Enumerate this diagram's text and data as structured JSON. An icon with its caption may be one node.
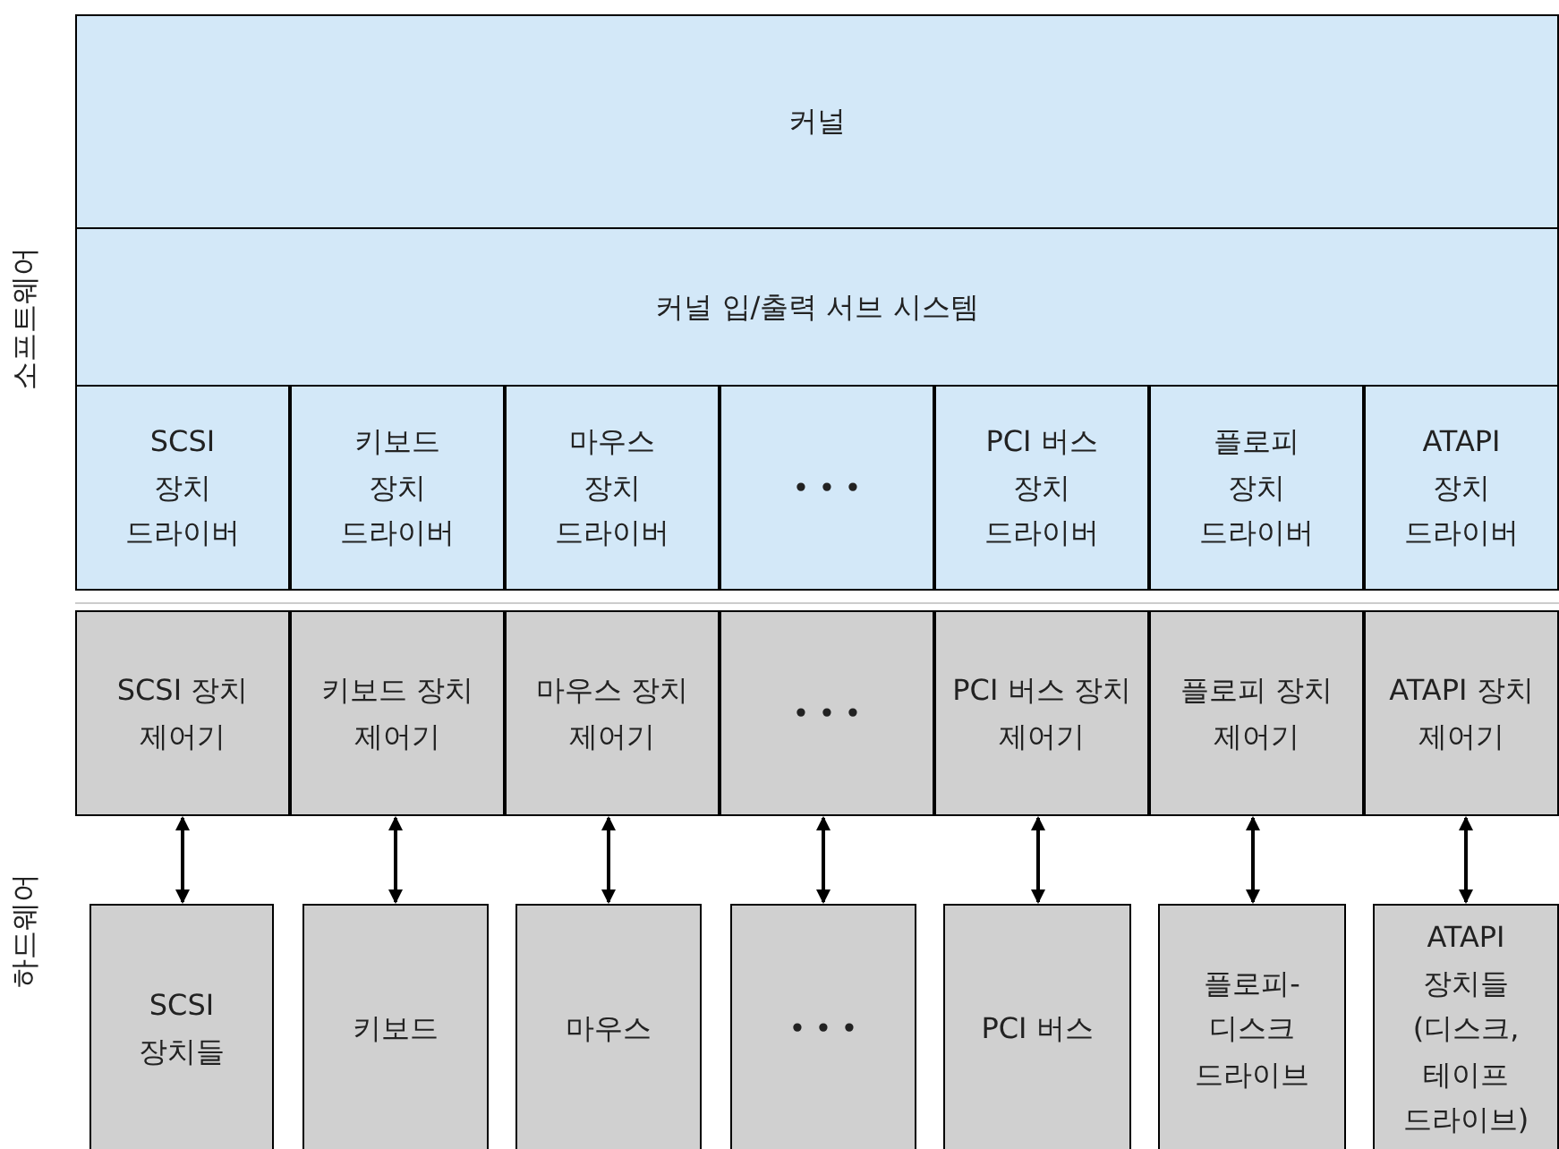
{
  "diagram": {
    "nodes": [
      {
        "text": [
          "커널"
        ]
      },
      {
        "text": [
          "커널 입/출력 서브 시스템"
        ]
      },
      {
        "text": [
          "SCSI 장치 드라이버"
        ]
      },
      {
        "text": [
          "키보드 장치 드라이버"
        ]
      },
      {
        "text": [
          "마우스 장치 드라이버"
        ]
      },
      {
        "text": [
          "• • •"
        ]
      },
      {
        "text": [
          "PCI 버스 장치 드라이버"
        ]
      },
      {
        "text": [
          "플로피 장치 드라이버"
        ]
      },
      {
        "text": [
          "ATAPI 장치 드라이버"
        ]
      },
      {
        "text": [
          "SCSI 장치 제어기"
        ]
      },
      {
        "text": [
          "키보드 장치 제어기"
        ]
      },
      {
        "text": [
          "마우스 장치 제어기"
        ]
      },
      {
        "text": [
          "• • •"
        ]
      },
      {
        "text": [
          "PCI 버스 장치 제어기"
        ]
      },
      {
        "text": [
          "플로피 장치 제어기"
        ]
      },
      {
        "text": [
          "ATAPI 장치 제어기"
        ]
      },
      {
        "text": [
          "SCSI 장치들"
        ]
      },
      {
        "text": [
          "키보드"
        ]
      },
      {
        "text": [
          "마우스"
        ]
      },
      {
        "text": [
          "• • •"
        ]
      },
      {
        "text": [
          "PCI 버스"
        ]
      },
      {
        "text": [
          "플로피-디스크 드라이브"
        ]
      },
      {
        "text": [
          "ATAPI 장치들 (디스크, 테이프 드라이브)"
        ]
      }
    ],
    "edges": [
      {
        "from": 9,
        "to": 16,
        "arrow": "both"
      },
      {
        "from": 10,
        "to": 17,
        "arrow": "both"
      },
      {
        "from": 11,
        "to": 18,
        "arrow": "both"
      },
      {
        "from": 12,
        "to": 19,
        "arrow": "both"
      },
      {
        "from": 13,
        "to": 20,
        "arrow": "both"
      },
      {
        "from": 14,
        "to": 21,
        "arrow": "both"
      },
      {
        "from": 15,
        "to": 22,
        "arrow": "both"
      }
    ],
    "labels": [
      "소프트웨어",
      "하드웨어"
    ]
  }
}
